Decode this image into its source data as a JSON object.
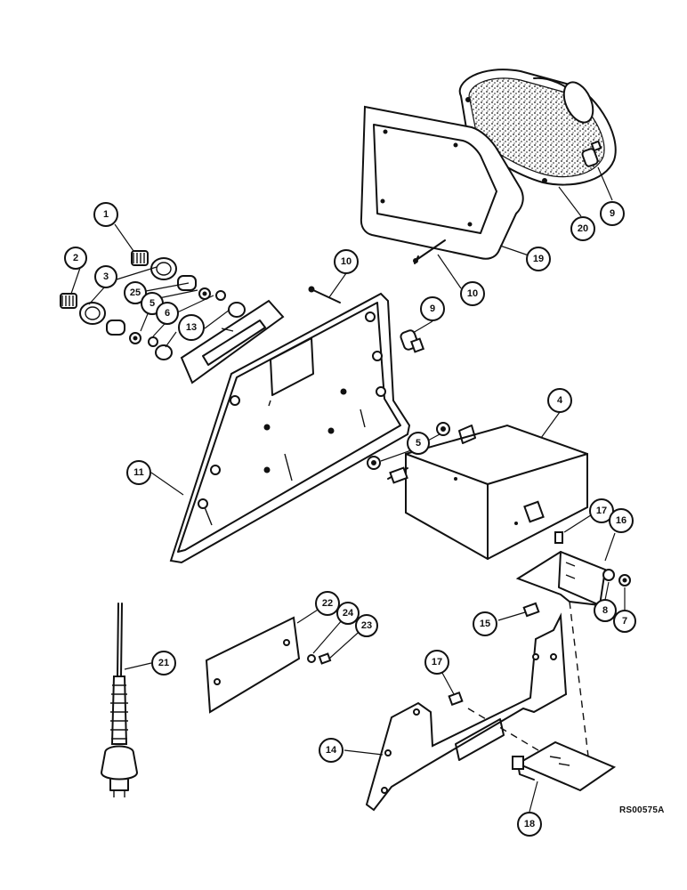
{
  "diagram": {
    "callouts": [
      {
        "id": "c1",
        "label": "1"
      },
      {
        "id": "c2",
        "label": "2"
      },
      {
        "id": "c3",
        "label": "3"
      },
      {
        "id": "c25",
        "label": "25"
      },
      {
        "id": "c5a",
        "label": "5"
      },
      {
        "id": "c6",
        "label": "6"
      },
      {
        "id": "c13",
        "label": "13"
      },
      {
        "id": "c10a",
        "label": "10"
      },
      {
        "id": "c10b",
        "label": "10"
      },
      {
        "id": "c9a",
        "label": "9"
      },
      {
        "id": "c9b",
        "label": "9"
      },
      {
        "id": "c19",
        "label": "19"
      },
      {
        "id": "c20",
        "label": "20"
      },
      {
        "id": "c4",
        "label": "4"
      },
      {
        "id": "c5b",
        "label": "5"
      },
      {
        "id": "c11",
        "label": "11"
      },
      {
        "id": "c17a",
        "label": "17"
      },
      {
        "id": "c16",
        "label": "16"
      },
      {
        "id": "c8",
        "label": "8"
      },
      {
        "id": "c7",
        "label": "7"
      },
      {
        "id": "c15",
        "label": "15"
      },
      {
        "id": "c22",
        "label": "22"
      },
      {
        "id": "c24",
        "label": "24"
      },
      {
        "id": "c23",
        "label": "23"
      },
      {
        "id": "c21",
        "label": "21"
      },
      {
        "id": "c17b",
        "label": "17"
      },
      {
        "id": "c14",
        "label": "14"
      },
      {
        "id": "c18",
        "label": "18"
      }
    ],
    "reference_code": "RS00575A"
  }
}
